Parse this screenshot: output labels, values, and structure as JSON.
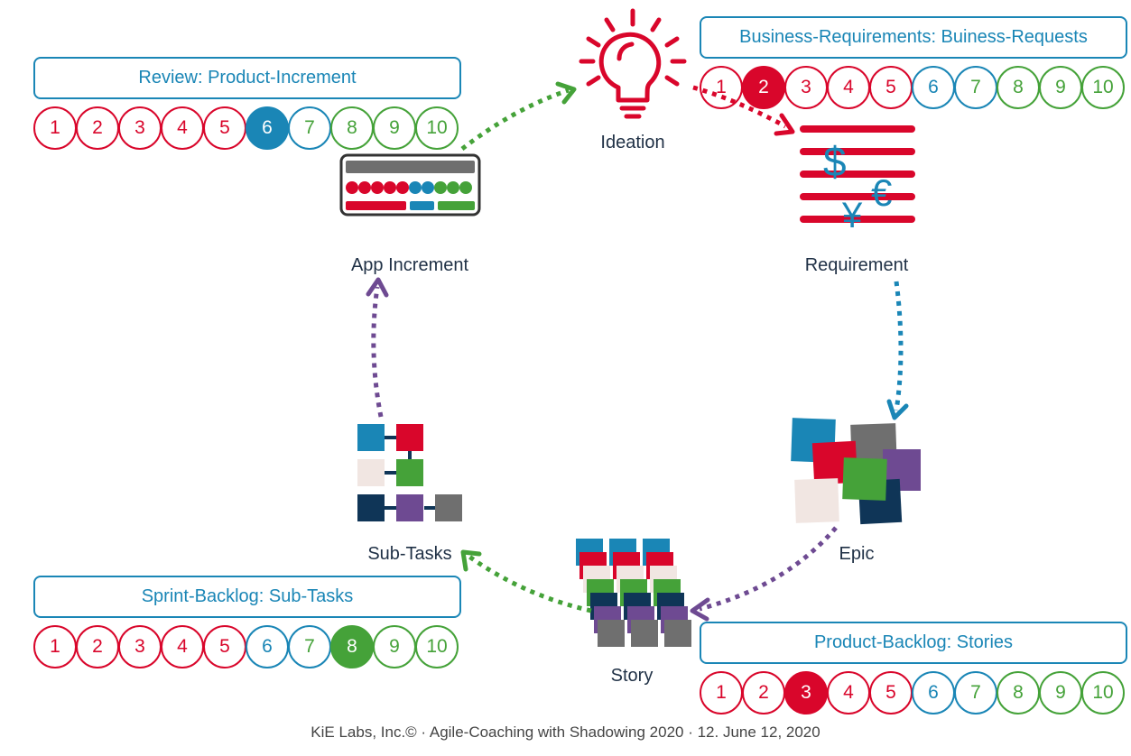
{
  "colors": {
    "red": "#d9062b",
    "blue": "#1a86b6",
    "green": "#45a239",
    "navy": "#0f3557",
    "purple": "#6e4a92",
    "gray": "#6f6f6f",
    "beige": "#f1e6e2",
    "text": "#1f3045"
  },
  "panels": [
    {
      "id": "review",
      "title": "Review: Product-Increment",
      "highlighted": 6,
      "circles": [
        {
          "n": "1",
          "color": "red"
        },
        {
          "n": "2",
          "color": "red"
        },
        {
          "n": "3",
          "color": "red"
        },
        {
          "n": "4",
          "color": "red"
        },
        {
          "n": "5",
          "color": "red"
        },
        {
          "n": "6",
          "color": "blue"
        },
        {
          "n": "7",
          "color": "blue"
        },
        {
          "n": "8",
          "color": "green"
        },
        {
          "n": "9",
          "color": "green"
        },
        {
          "n": "10",
          "color": "green"
        }
      ]
    },
    {
      "id": "business",
      "title": "Business-Requirements: Buiness-Requests",
      "highlighted": 2,
      "circles": [
        {
          "n": "1",
          "color": "red"
        },
        {
          "n": "2",
          "color": "red"
        },
        {
          "n": "3",
          "color": "red"
        },
        {
          "n": "4",
          "color": "red"
        },
        {
          "n": "5",
          "color": "red"
        },
        {
          "n": "6",
          "color": "blue"
        },
        {
          "n": "7",
          "color": "blue"
        },
        {
          "n": "8",
          "color": "green"
        },
        {
          "n": "9",
          "color": "green"
        },
        {
          "n": "10",
          "color": "green"
        }
      ]
    },
    {
      "id": "sprint",
      "title": "Sprint-Backlog: Sub-Tasks",
      "highlighted": 8,
      "circles": [
        {
          "n": "1",
          "color": "red"
        },
        {
          "n": "2",
          "color": "red"
        },
        {
          "n": "3",
          "color": "red"
        },
        {
          "n": "4",
          "color": "red"
        },
        {
          "n": "5",
          "color": "red"
        },
        {
          "n": "6",
          "color": "blue"
        },
        {
          "n": "7",
          "color": "blue"
        },
        {
          "n": "8",
          "color": "green"
        },
        {
          "n": "9",
          "color": "green"
        },
        {
          "n": "10",
          "color": "green"
        }
      ]
    },
    {
      "id": "product",
      "title": "Product-Backlog: Stories",
      "highlighted": 3,
      "circles": [
        {
          "n": "1",
          "color": "red"
        },
        {
          "n": "2",
          "color": "red"
        },
        {
          "n": "3",
          "color": "red"
        },
        {
          "n": "4",
          "color": "red"
        },
        {
          "n": "5",
          "color": "red"
        },
        {
          "n": "6",
          "color": "blue"
        },
        {
          "n": "7",
          "color": "blue"
        },
        {
          "n": "8",
          "color": "green"
        },
        {
          "n": "9",
          "color": "green"
        },
        {
          "n": "10",
          "color": "green"
        }
      ]
    }
  ],
  "nodes": {
    "ideation": "Ideation",
    "requirement": "Requirement",
    "epic": "Epic",
    "story": "Story",
    "subtasks": "Sub-Tasks",
    "app_increment": "App Increment"
  },
  "icons": {
    "ideation": "lightbulb-icon",
    "requirement": "currency-lines-icon",
    "epic": "scattered-squares-icon",
    "story": "stacked-cards-icon",
    "subtasks": "task-tree-icon",
    "app_increment": "app-window-icon",
    "currency_symbols": [
      "$",
      "€",
      "¥"
    ]
  },
  "footer": "KiE Labs, Inc.© · Agile-Coaching with Shadowing 2020 · 12. June 12, 2020"
}
